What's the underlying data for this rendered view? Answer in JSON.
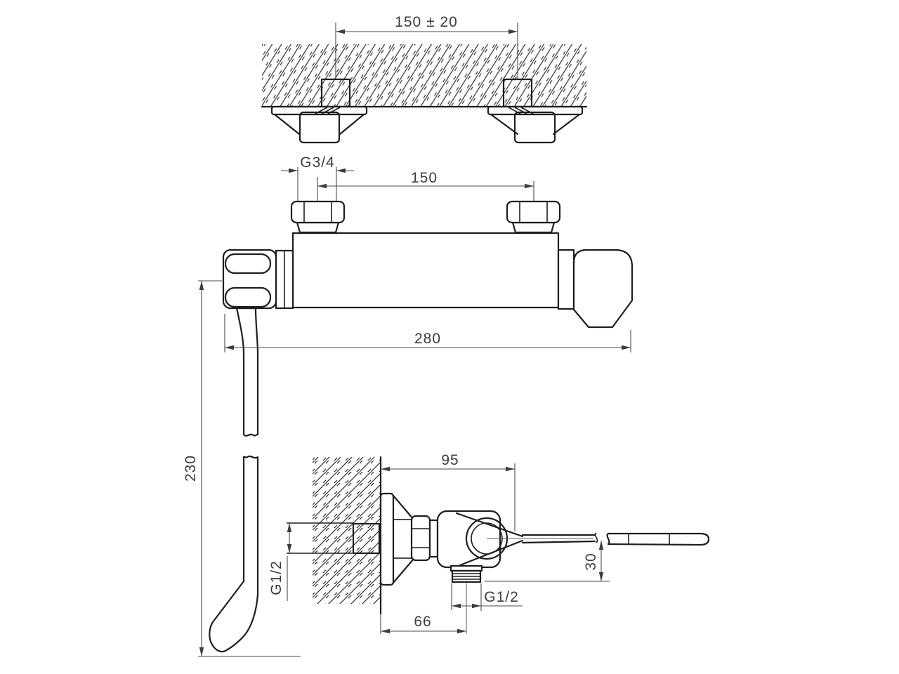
{
  "drawing": {
    "kind": "shower-mixer-installation-drawing",
    "colors": {
      "object_line": "#1e1e1e",
      "dimension_line": "#4a4a4a",
      "text": "#3d3d3d",
      "background": "#ffffff"
    },
    "views": {
      "wall_section_top": {
        "dims": {
          "center_distance": "150 ± 20"
        }
      },
      "front": {
        "dims": {
          "inlet_thread": "G3/4",
          "inlet_center_distance": "150",
          "overall_width": "280",
          "overall_height": "230"
        }
      },
      "side": {
        "dims": {
          "wall_to_handle": "95",
          "inlet_thread": "G1/2",
          "outlet_drop": "30",
          "outlet_thread": "G1/2",
          "wall_to_outlet": "66"
        }
      }
    }
  }
}
